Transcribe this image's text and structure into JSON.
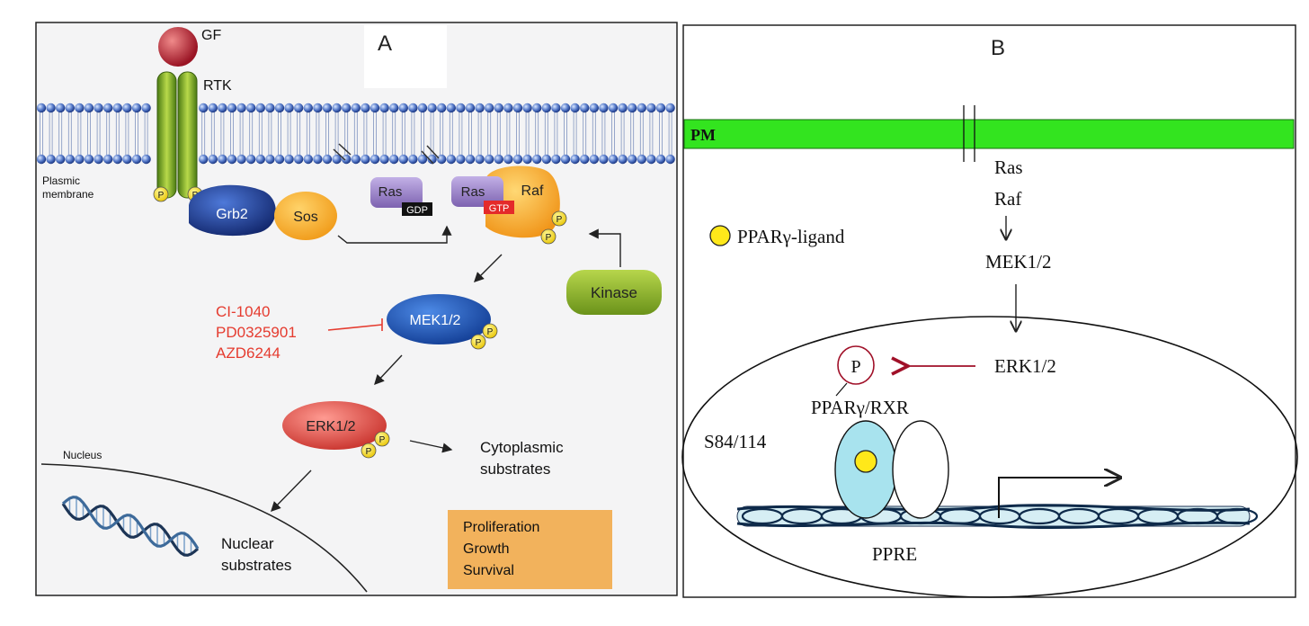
{
  "panel_a": {
    "panel_label": "A",
    "gf_label": "GF",
    "rtk_label": "RTK",
    "membrane_label_line1": "Plasmic",
    "membrane_label_line2": "membrane",
    "phospho": "P",
    "grb2": "Grb2",
    "sos": "Sos",
    "ras": "Ras",
    "gdp": "GDP",
    "gtp": "GTP",
    "raf": "Raf",
    "kinase": "Kinase",
    "mek": "MEK1/2",
    "erk": "ERK1/2",
    "inhibitors": [
      "CI-1040",
      "PD0325901",
      "AZD6244"
    ],
    "nucleus_label": "Nucleus",
    "cyto_line1": "Cytoplasmic",
    "cyto_line2": "substrates",
    "nuclear_line1": "Nuclear",
    "nuclear_line2": "substrates",
    "outcomes": [
      "Proliferation",
      "Growth",
      "Survival"
    ],
    "colors": {
      "inhibitor": "#e53b2f",
      "outcome_box": "#f2b25c",
      "grb2": "#1f3f9a",
      "mek": "#1c56b8",
      "erk": "#e0574f",
      "kinase": "#8fb52a",
      "ras": "#9f88c9"
    }
  },
  "panel_b": {
    "panel_label": "B",
    "pm_label": "PM",
    "ras": "Ras",
    "raf": "Raf",
    "mek": "MEK1/2",
    "erk": "ERK1/2",
    "ligand_label": "PPARγ-ligand",
    "phospho": "P",
    "ppar_rxr": "PPARγ/RXR",
    "site": "S84/114",
    "ppre": "PPRE",
    "colors": {
      "pm": "#33e41f",
      "ligand": "#ffe81a",
      "ppar": "#a8e3ee"
    }
  }
}
